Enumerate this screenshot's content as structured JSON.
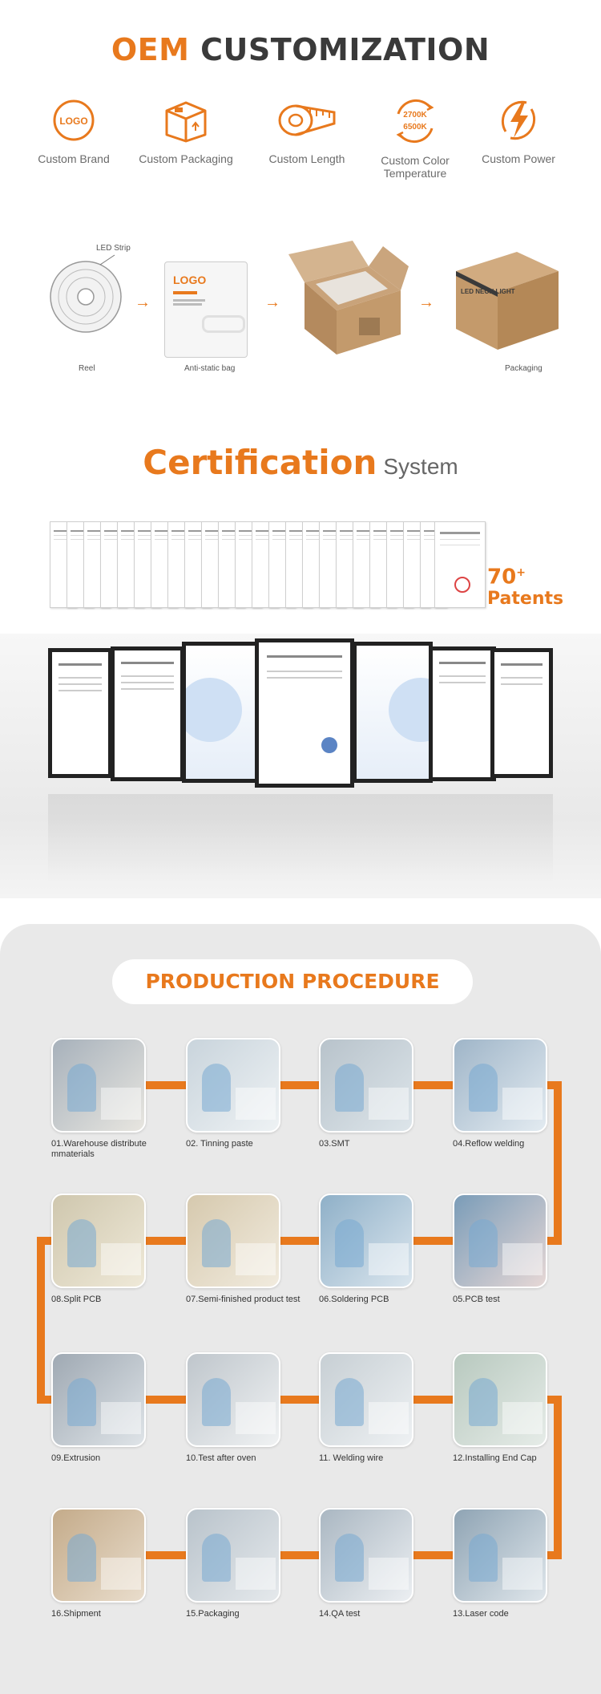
{
  "oem": {
    "title_accent": "OEM",
    "title_rest": "CUSTOMIZATION",
    "items": [
      {
        "label": "Custom Brand",
        "icon": "logo-badge-icon",
        "icon_text": "LOGO"
      },
      {
        "label": "Custom Packaging",
        "icon": "box-icon"
      },
      {
        "label": "Custom Length",
        "icon": "tape-measure-icon"
      },
      {
        "label": "Custom Color Temperature",
        "icon": "color-temperature-icon",
        "icon_text_top": "2700K",
        "icon_text_bottom": "6500K"
      },
      {
        "label": "Custom Power",
        "icon": "lightning-icon"
      }
    ]
  },
  "flow": {
    "reel_callout": "LED Strip",
    "reel_label": "Reel",
    "bag_label": "Anti-static bag",
    "bag_logo": "LOGO",
    "packaging_label": "Packaging",
    "box_text": "LED NEON LIGHT"
  },
  "certification": {
    "title_big": "Certification",
    "title_small": "System",
    "patents_number": "70",
    "patents_sup": "+",
    "patents_label": "Patents"
  },
  "production": {
    "title": "PRODUCTION PROCEDURE",
    "steps": [
      {
        "label": "01.Warehouse distribute mmaterials"
      },
      {
        "label": "02. Tinning paste"
      },
      {
        "label": "03.SMT"
      },
      {
        "label": "04.Reflow welding"
      },
      {
        "label": "05.PCB test"
      },
      {
        "label": "06.Soldering PCB"
      },
      {
        "label": "07.Semi-finished product test"
      },
      {
        "label": "08.Split PCB"
      },
      {
        "label": "09.Extrusion"
      },
      {
        "label": "10.Test after oven"
      },
      {
        "label": "11. Welding wire"
      },
      {
        "label": "12.Installing End Cap"
      },
      {
        "label": "13.Laser code"
      },
      {
        "label": "14.QA test"
      },
      {
        "label": "15.Packaging"
      },
      {
        "label": "16.Shipment"
      }
    ]
  },
  "colors": {
    "accent": "#E8791D",
    "dark_text": "#3a3a3a",
    "panel_bg": "#e9e9e9"
  }
}
